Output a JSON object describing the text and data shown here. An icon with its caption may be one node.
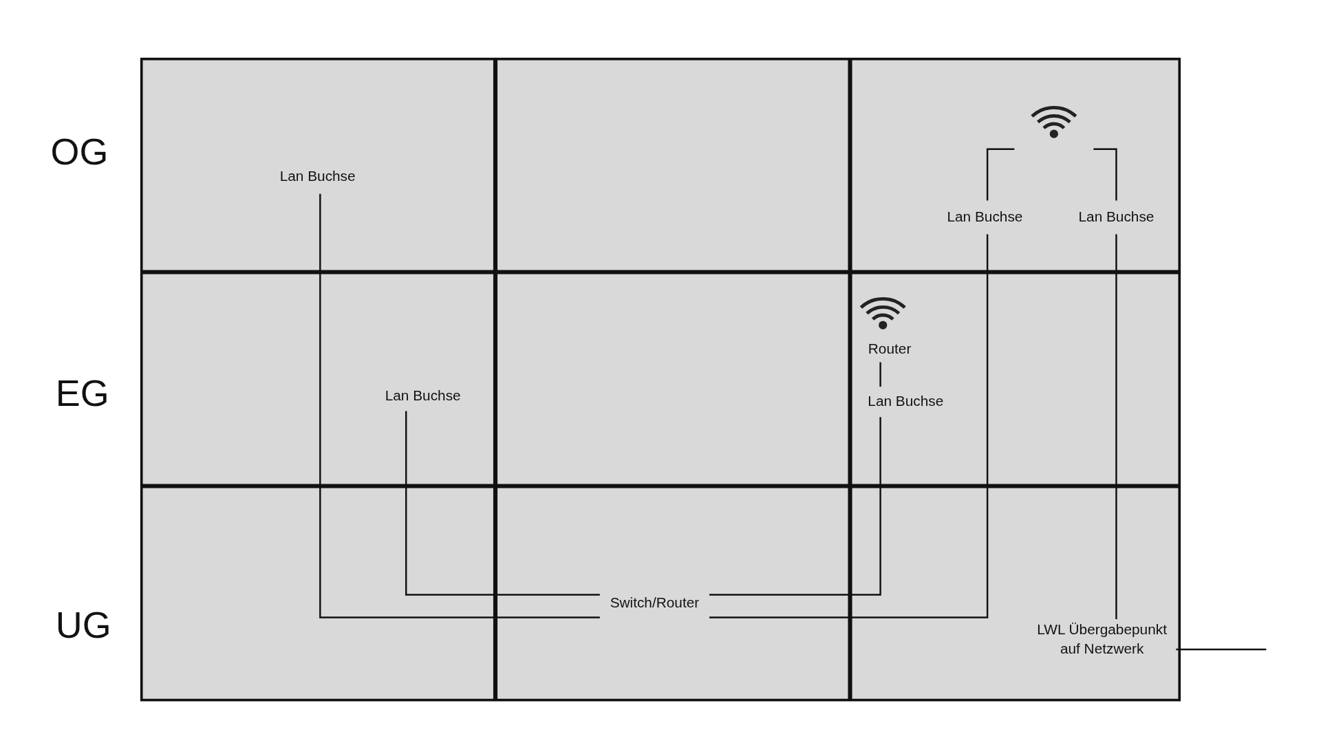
{
  "diagram": {
    "nodes": [
      {
        "text": [],
        "shape": "icon"
      },
      {
        "text": [
          "Lan Buchse"
        ]
      },
      {
        "text": [
          "Lan Buchse"
        ]
      },
      {
        "text": [
          "Lan Buchse"
        ]
      },
      {
        "text": [
          "Router"
        ]
      },
      {
        "text": [
          "Lan Buchse"
        ]
      },
      {
        "text": [
          "Lan Buchse"
        ]
      },
      {
        "text": [
          "Switch/Router"
        ]
      },
      {
        "text": [
          "LWL Übergabepunkt auf Netzwerk"
        ]
      }
    ],
    "edges": [
      {
        "from": 0,
        "to": 2,
        "arrow": "none"
      },
      {
        "from": 0,
        "to": 3,
        "arrow": "none"
      },
      {
        "from": 7,
        "to": 1,
        "arrow": "none"
      },
      {
        "from": 7,
        "to": 5,
        "arrow": "none"
      },
      {
        "from": 7,
        "to": 6,
        "arrow": "none"
      },
      {
        "from": 7,
        "to": 2,
        "arrow": "none"
      },
      {
        "from": 4,
        "to": 6,
        "arrow": "none"
      },
      {
        "from": 3,
        "to": 8,
        "arrow": "none"
      },
      {
        "from": 8,
        "to": null,
        "arrow": "none"
      }
    ],
    "labels": [
      "OG",
      "EG",
      "UG"
    ]
  }
}
